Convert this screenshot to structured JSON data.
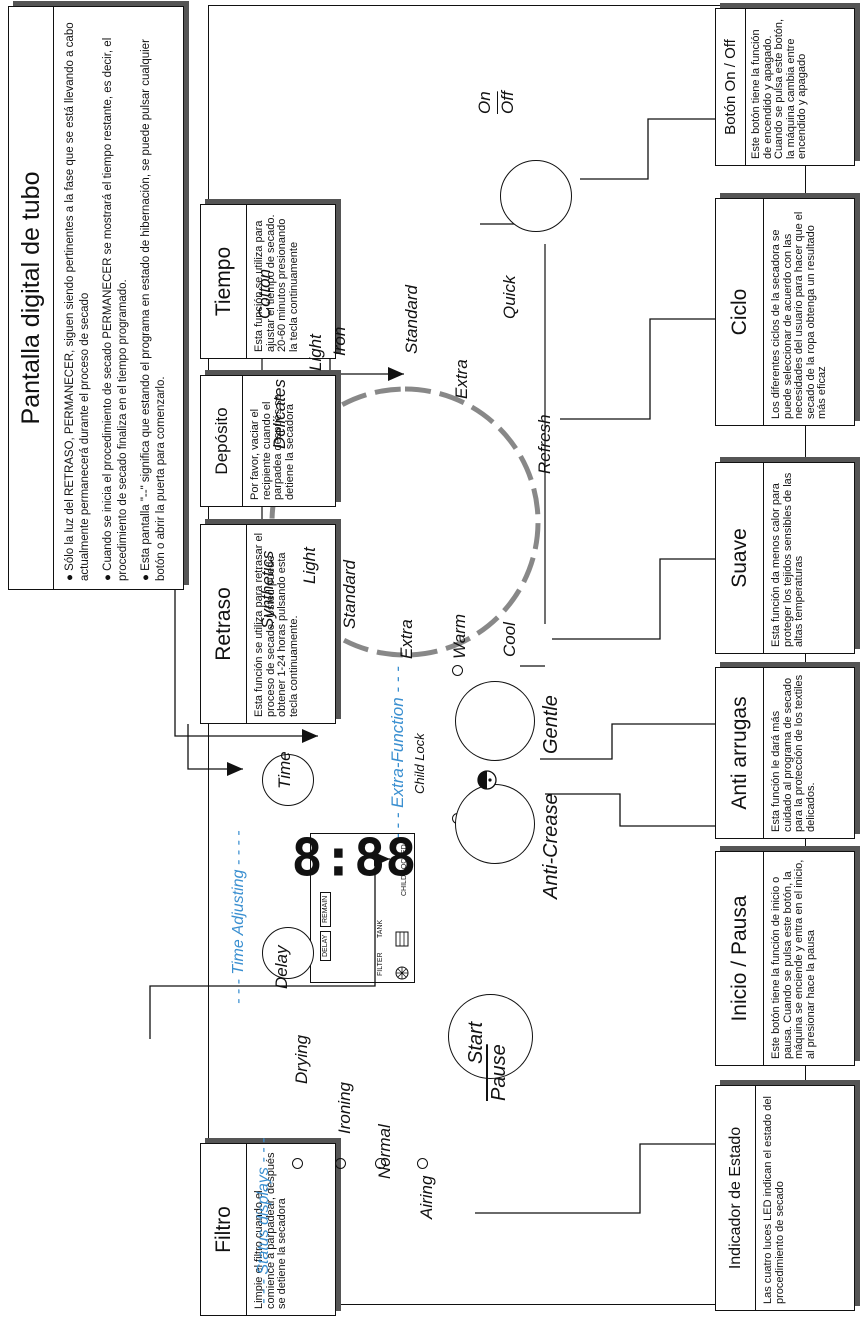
{
  "callouts": {
    "pantalla": {
      "title": "Pantalla digital de tubo",
      "b1": "Sólo la luz del RETRASO, PERMANECER, siguen siendo pertinentes a la fase que se está llevando a cabo actualmente permanecerá durante el proceso de secado",
      "b2": "Cuando se inicia el procedimiento de secado PERMANECER se mostrará el tiempo restante, es decir, el procedimiento de secado finaliza en el tiempo programado.",
      "b3": "Esta pantalla \"--\" significa que estando el programa en estado de hibernación, se puede pulsar cualquier botón o abrir la puerta para comenzarlo."
    },
    "onoff": {
      "title": "Botón On / Off",
      "body": "Este botón tiene la función de encendido y apagado. Cuando se pulsa este botón, la máquina cambia entre encendido y apagado"
    },
    "ciclo": {
      "title": "Ciclo",
      "body": "Los diferentes ciclos de la secadora se puede seleccionar de acuerdo con las necesidades del usuario para hacer que el secado de la ropa obtenga un resultado más eficaz"
    },
    "suave": {
      "title": "Suave",
      "body": "Esta función da menos calor para proteger los tejidos sensibles de las altas temperaturas"
    },
    "anti": {
      "title": "Anti arrugas",
      "body": "Esta función le dará más cuidado al programa de secado para la protección de los textiles delicados."
    },
    "inicio": {
      "title": "Inicio / Pausa",
      "body": "Este botón tiene la función de inicio o pausa. Cuando se pulsa este botón, la máquina se enciende y entra en el inicio, al presionar hace la pausa"
    },
    "estado": {
      "title": "Indicador de Estado",
      "body": "Las cuatro luces LED indican el estado del procedimiento de secado"
    },
    "tiempo": {
      "title": "Tiempo",
      "body": "Esta función se utiliza para ajustar el tiempo de secado. 20-60 minutos presionando la tecla continuamente"
    },
    "deposito": {
      "title": "Depósito",
      "body": "Por favor, vaciar el recipiente cuando el parpadea después se detiene la secadora"
    },
    "retraso": {
      "title": "Retraso",
      "body": "Esta función se utiliza para retrasar el proceso de secado. Usted puede obtener 1-24 horas pulsando esta tecla continuamente."
    },
    "filtro": {
      "title": "Filtro",
      "body": "Limpie el filtro cuando el comience a parpadear, después se detiene la secadora"
    }
  },
  "panel": {
    "on": "On",
    "off": "Off",
    "dial": {
      "cotton": "Cotton",
      "iron": "Iron",
      "standard_arrow": "Standard",
      "extra": "Extra",
      "quick": "Quick",
      "light": "Light",
      "delicates": "Delicates",
      "refresh": "Refresh",
      "synthetics": "Synthetics",
      "light2": "Light",
      "standard": "Standard",
      "extra2": "Extra",
      "warm": "Warm",
      "cool": "Cool"
    },
    "extra_function": "- - - Extra-Function - - -",
    "child_lock": "Child Lock",
    "gentle": "Gentle",
    "anti_crease": "Anti-Crease",
    "display_digits": "8:88",
    "child_locked": "CHILD LOCKED",
    "tank": "TANK",
    "filter": "FILTER",
    "remain": "REMAIN",
    "delay_tag": "DELAY",
    "time": "Time",
    "time_adjusting": "- - - Time Adjusting - - - -",
    "delay": "Delay",
    "start": "Start",
    "pause": "Pause",
    "status_items": [
      "Drying",
      "Ironing",
      "Normal",
      "Airing"
    ],
    "status_displays": "- - - Status displays - - -"
  }
}
